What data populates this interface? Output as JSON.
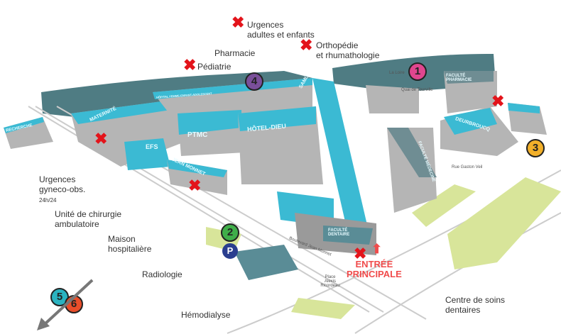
{
  "labels": {
    "urgences": "Urgences\nadultes et enfants",
    "urgences_l1": "Urgences",
    "urgences_l2": "adultes et enfants",
    "ortho_l1": "Orthopédie",
    "ortho_l2": "et rhumathologie",
    "pharmacie": "Pharmacie",
    "pediatrie": "Pédiatrie",
    "gyneco_l1": "Urgences",
    "gyneco_l2": "gyneco-obs.",
    "gyneco_l3": "24h/24",
    "chir_l1": "Unité de chirurgie",
    "chir_l2": "ambulatoire",
    "maison_l1": "Maison",
    "maison_l2": "hospitalière",
    "radiologie": "Radiologie",
    "hemodialyse": "Hémodialyse",
    "dentaire_l1": "Centre de soins",
    "dentaire_l2": "dentaires",
    "entree_l1": "ENTRÉE",
    "entree_l2": "PRINCIPALE"
  },
  "buildings": {
    "maternite": "MATERNITÉ",
    "recherche": "RECHERCHE",
    "efs": "EFS",
    "ptmc": "PTMC",
    "hotel_dieu": "HÔTEL-DIEU",
    "samu": "SAMU",
    "jean_monnet": "JEAN MONNET",
    "fac_pharmacie": "FACULTÉ PHARMACIE",
    "fac_medecine": "FACULTÉ MÉDECINE",
    "deurbroucq": "DEURBROUCQ",
    "fac_dentaire": "FACULTÉ DENTAIRE",
    "hfea": "HÔPITAL FEMME-ENFANT-ADOLESCENT"
  },
  "streets": {
    "loire": "La Loire",
    "quai": "Quai de Tourville",
    "boulevard": "Boulevard Jean Monnet",
    "place": "Place Alexis Ricordeau",
    "rue": "Rue Gaston Veil"
  },
  "markers": [
    {
      "n": "1",
      "color": "#e0468f"
    },
    {
      "n": "2",
      "color": "#3fae49"
    },
    {
      "n": "3",
      "color": "#f2b02a"
    },
    {
      "n": "4",
      "color": "#7a4f9a"
    },
    {
      "n": "5",
      "color": "#2bb3c0"
    },
    {
      "n": "6",
      "color": "#e94e2a"
    }
  ],
  "parking": "P",
  "closed_icon": "red-x-icon",
  "colors": {
    "roof": "#3bbad3",
    "wall": "#b5b5b5",
    "river": "#4f7c83",
    "grass": "#d8e59a",
    "closed": "#e3141b"
  }
}
